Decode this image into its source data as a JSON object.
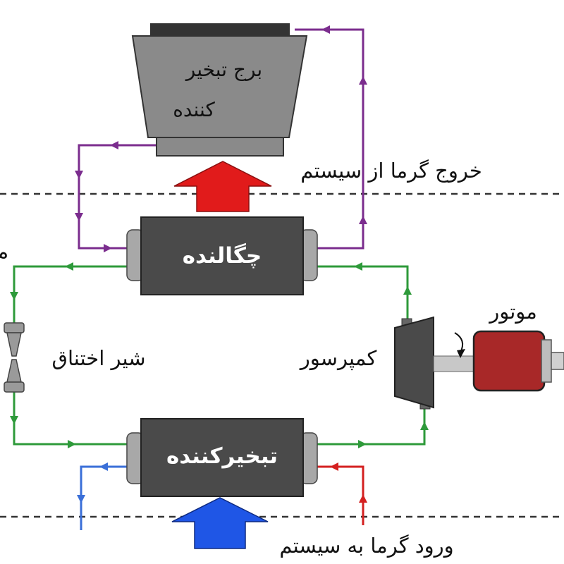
{
  "labels": {
    "tower_line1": "برج تبخیر",
    "tower_line2": "کننده",
    "heat_out": "خروج گرما از سیستم",
    "condenser": "چگالنده",
    "evaporator": "تبخیرکننده",
    "valve": "شیر اختناق",
    "compressor": "کمپرسور",
    "motor": "موتور",
    "heat_in": "ورود گرما به سیستم",
    "edge_fragment": "م"
  },
  "colors": {
    "refrigerant_loop": "#2e9a3a",
    "tower_loop": "#7b2d8e",
    "hot_arrow": "#e11b1b",
    "cold_arrow": "#1f56e6",
    "hot_line": "#d42020",
    "cold_line": "#3a6fd8",
    "component_dark": "#4a4a4a",
    "tower_gray": "#8a8a8a",
    "motor_red": "#a82828"
  }
}
